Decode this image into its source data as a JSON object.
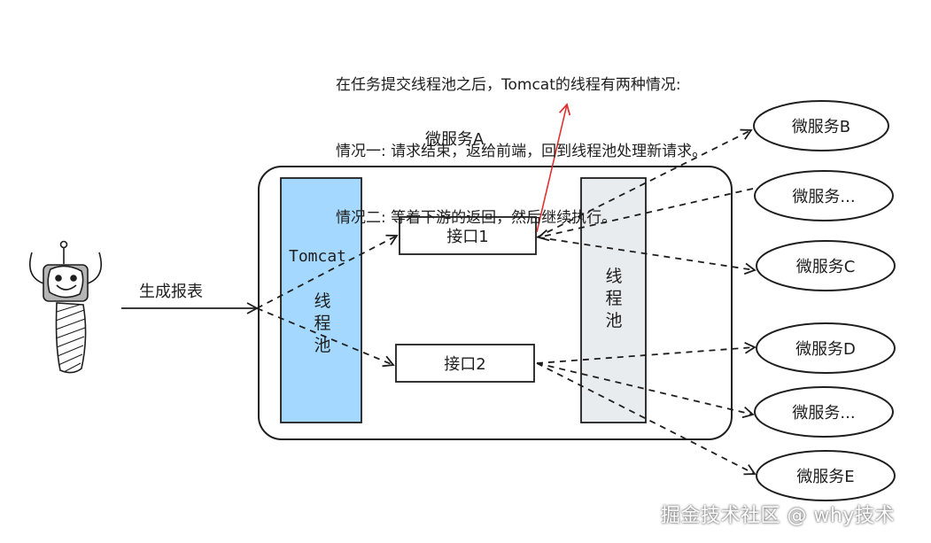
{
  "note": {
    "line1": "在任务提交线程池之后，Tomcat的线程有两种情况:",
    "line2": "情况一: 请求结束，返给前端，回到线程池处理新请求。",
    "line3": "情况二: 等着下游的返回，然后继续执行。"
  },
  "service_a_title": "微服务A",
  "generate_report_label": "生成报表",
  "tomcat_label": "Tomcat",
  "tomcat_pool_chars": [
    "线",
    "程",
    "池"
  ],
  "right_pool_chars": [
    "线",
    "程",
    "池"
  ],
  "interface1_label": "接口1",
  "interface2_label": "接口2",
  "services": [
    {
      "label": "微服务B"
    },
    {
      "label": "微服务..."
    },
    {
      "label": "微服务C"
    },
    {
      "label": "微服务D"
    },
    {
      "label": "微服务..."
    },
    {
      "label": "微服务E"
    }
  ],
  "watermark": "掘金技术社区 @ why技术",
  "colors": {
    "tomcat_pool_fill": "#a5d8ff",
    "right_pool_fill": "#e9ecef",
    "note_arrow": "#e03131",
    "stroke": "#1e1e1e"
  }
}
